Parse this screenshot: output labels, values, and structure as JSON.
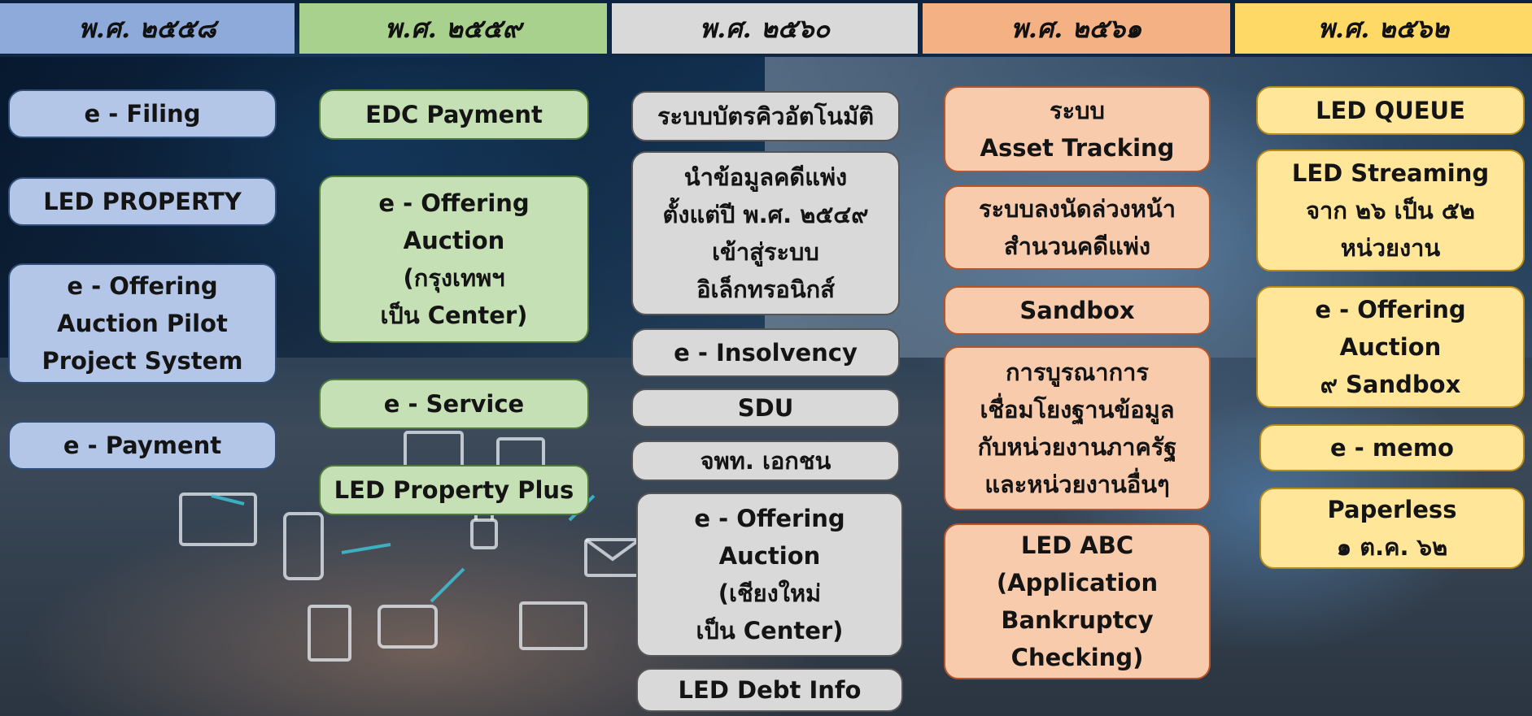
{
  "colors": {
    "col1": "#8eaadb",
    "col2": "#a9d18e",
    "col3": "#d9d9d9",
    "col4": "#f4b183",
    "col5": "#ffd966",
    "box1": "#b4c6e7",
    "box2": "#c5e0b4",
    "box3": "#d9d9d9",
    "box4": "#f8cbad",
    "box5": "#ffe699"
  },
  "columns": [
    {
      "year": "พ.ศ. ๒๕๕๘",
      "items": [
        "e - Filing",
        "LED PROPERTY",
        "e - Offering\nAuction Pilot\nProject System",
        "e - Payment"
      ]
    },
    {
      "year": "พ.ศ. ๒๕๕๙",
      "items": [
        "EDC Payment",
        "e - Offering\nAuction\n(กรุงเทพฯ\nเป็น Center)",
        "e - Service",
        "LED Property Plus"
      ]
    },
    {
      "year": "พ.ศ. ๒๕๖๐",
      "items": [
        "ระบบบัตรคิวอัตโนมัติ",
        "นำข้อมูลคดีแพ่ง\nตั้งแต่ปี พ.ศ. ๒๕๔๙\nเข้าสู่ระบบ\nอิเล็กทรอนิกส์",
        "e - Insolvency",
        "SDU",
        "จพท. เอกชน",
        "e - Offering\nAuction\n(เชียงใหม่\nเป็น Center)",
        "LED Debt Info"
      ]
    },
    {
      "year": "พ.ศ. ๒๕๖๑",
      "items": [
        "ระบบ\nAsset Tracking",
        "ระบบลงนัดล่วงหน้า\nสำนวนคดีแพ่ง",
        "Sandbox",
        "การบูรณาการ\nเชื่อมโยงฐานข้อมูล\nกับหน่วยงานภาครัฐ\nและหน่วยงานอื่นๆ",
        "LED ABC\n(Application\nBankruptcy\nChecking)"
      ]
    },
    {
      "year": "พ.ศ. ๒๕๖๒",
      "items": [
        "LED QUEUE",
        "LED Streaming\nจาก ๒๖ เป็น ๕๒\nหน่วยงาน",
        "e - Offering\nAuction\n๙ Sandbox",
        "e - memo",
        "Paperless\n๑ ต.ค. ๖๒"
      ]
    }
  ]
}
